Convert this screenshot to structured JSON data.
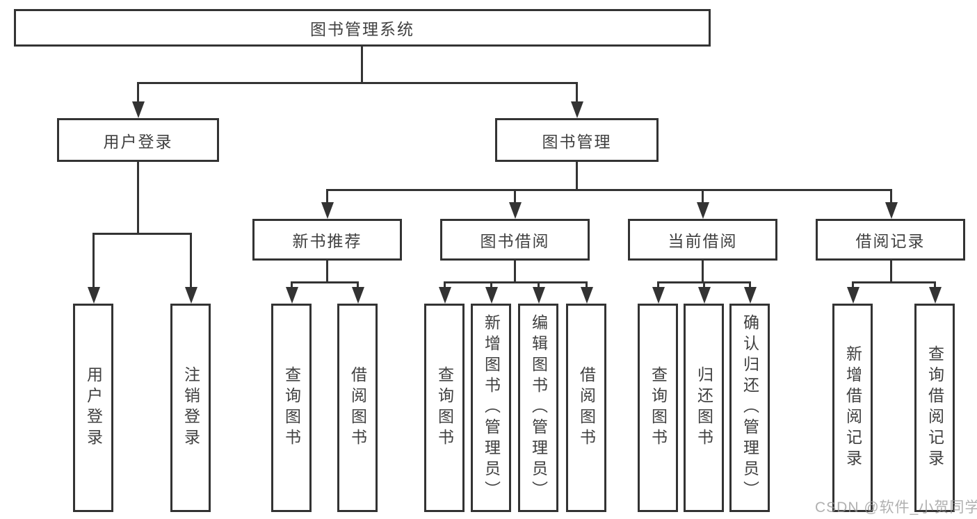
{
  "diagram": {
    "root": "图书管理系统",
    "level2": {
      "user_login": "用户登录",
      "book_mgmt": "图书管理"
    },
    "level3": {
      "new_books": "新书推荐",
      "book_borrow": "图书借阅",
      "current_borrow": "当前借阅",
      "borrow_records": "借阅记录"
    },
    "leaves": {
      "user_login": "用户登录",
      "logout": "注销登录",
      "nb_query": "查询图书",
      "nb_borrow": "借阅图书",
      "bb_query": "查询图书",
      "bb_add": "新增图书（管理员）",
      "bb_edit": "编辑图书（管理员）",
      "bb_borrow": "借阅图书",
      "cb_query": "查询图书",
      "cb_return": "归还图书",
      "cb_confirm": "确认归还（管理员）",
      "br_add": "新增借阅记录",
      "br_query": "查询借阅记录"
    },
    "watermark": "CSDN @软件_小贺同学",
    "colors": {
      "line": "#333333",
      "text": "#404040",
      "background": "#ffffff",
      "watermark": "#969696"
    }
  }
}
